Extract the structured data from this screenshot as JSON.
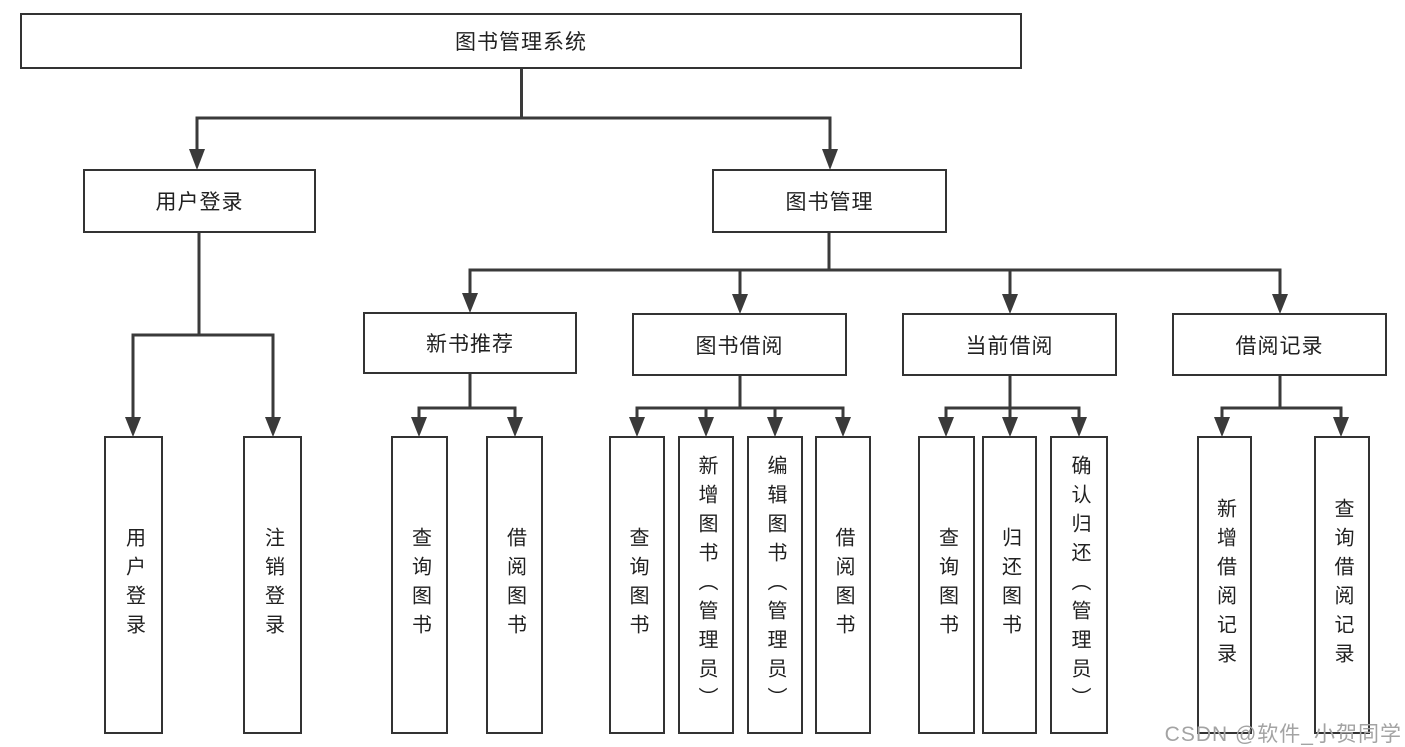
{
  "diagram": {
    "root": {
      "label": "图书管理系统"
    },
    "level2": [
      {
        "label": "用户登录"
      },
      {
        "label": "图书管理"
      }
    ],
    "level3": [
      {
        "label": "新书推荐"
      },
      {
        "label": "图书借阅"
      },
      {
        "label": "当前借阅"
      },
      {
        "label": "借阅记录"
      }
    ],
    "leaves": [
      {
        "label": "用户登录"
      },
      {
        "label": "注销登录"
      },
      {
        "label": "查询图书"
      },
      {
        "label": "借阅图书"
      },
      {
        "label": "查询图书"
      },
      {
        "label": "新增图书（管理员）"
      },
      {
        "label": "编辑图书（管理员）"
      },
      {
        "label": "借阅图书"
      },
      {
        "label": "查询图书"
      },
      {
        "label": "归还图书"
      },
      {
        "label": "确认归还（管理员）"
      },
      {
        "label": "新增借阅记录"
      },
      {
        "label": "查询借阅记录"
      }
    ]
  },
  "watermark": {
    "text": "CSDN @软件_小贺同学"
  },
  "colors": {
    "line": "#3a3a3a",
    "box_border": "#333333",
    "text": "#212121",
    "watermark": "#a3a3a3",
    "background": "#ffffff"
  }
}
